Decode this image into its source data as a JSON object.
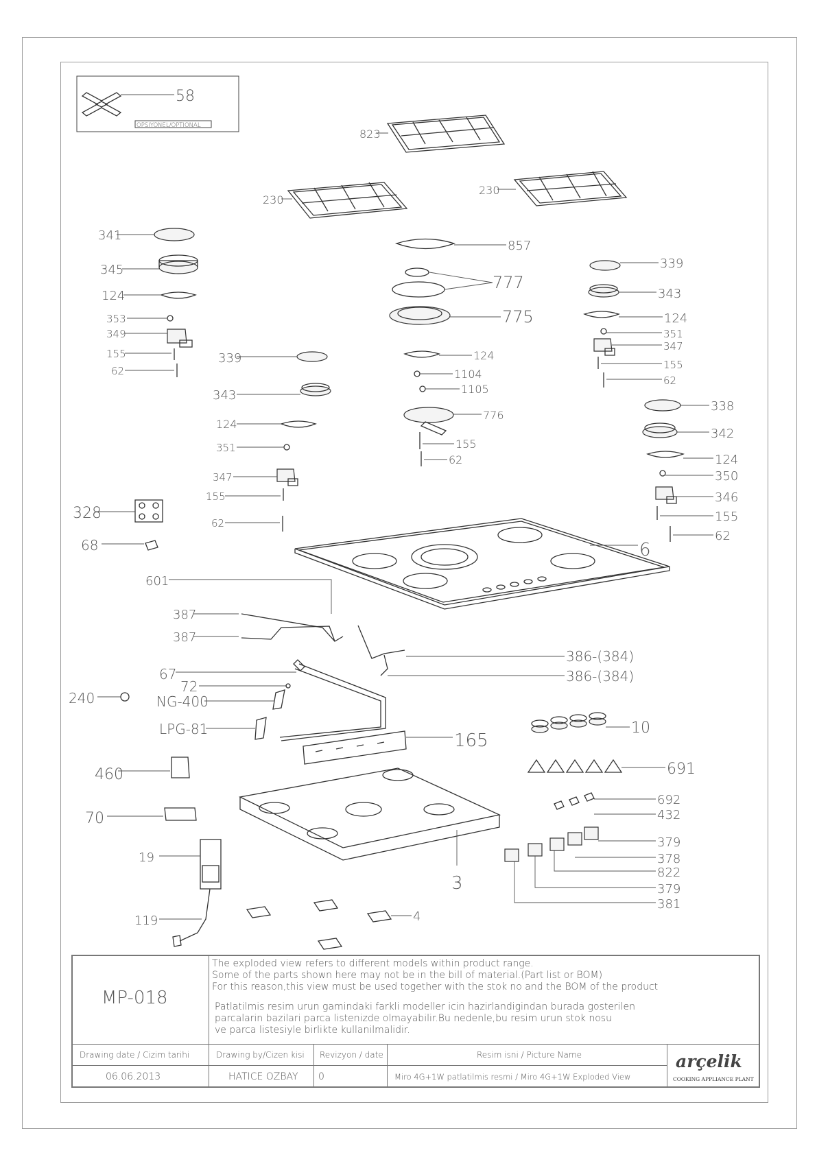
{
  "optional_box": {
    "part": "58",
    "caption": "OPSIYONEL/OPTIONAL"
  },
  "parts": {
    "p823": "823",
    "p230a": "230",
    "p230b": "230",
    "p341": "341",
    "p345": "345",
    "p124a": "124",
    "p353": "353",
    "p349": "349",
    "p155a": "155",
    "p62a": "62",
    "p857": "857",
    "p777": "777",
    "p775": "775",
    "p124b": "124",
    "p1104": "1104",
    "p1105": "1105",
    "p776": "776",
    "p155b": "155",
    "p62b": "62",
    "p339a": "339",
    "p343a": "343",
    "p124c": "124",
    "p351a": "351",
    "p347a": "347",
    "p155c": "155",
    "p62c": "62",
    "p339b": "339",
    "p343b": "343",
    "p124d": "124",
    "p351b": "351",
    "p347b": "347",
    "p155d": "155",
    "p62d": "62",
    "p338": "338",
    "p342": "342",
    "p124e": "124",
    "p350": "350",
    "p346": "346",
    "p155e": "155",
    "p62e": "62",
    "p328": "328",
    "p68": "68",
    "p6": "6",
    "p601": "601",
    "p387a": "387",
    "p387b": "387",
    "p386a": "386-(384)",
    "p386b": "386-(384)",
    "p67": "67",
    "p72": "72",
    "p240": "240",
    "pNG": "NG-400",
    "pLPG": "LPG-81",
    "p165": "165",
    "p10": "10",
    "p460": "460",
    "p691": "691",
    "p692": "692",
    "p432": "432",
    "p70": "70",
    "p379a": "379",
    "p378": "378",
    "p822": "822",
    "p379b": "379",
    "p381": "381",
    "p19": "19",
    "p3": "3",
    "p119": "119",
    "p4": "4"
  },
  "title_block": {
    "code": "MP-018",
    "note_en_1": "The exploded view refers to different models within product range.",
    "note_en_2": "Some of the parts shown here may not be in the bill of material.(Part list or BOM)",
    "note_en_3": "For this reason,this view must be used together with the stok no and the BOM of the product",
    "note_tr_1": "Patlatilmis resim urun gamindaki farkli modeller icin hazirlandigindan burada gosterilen",
    "note_tr_2": "parcalarin bazilari parca listenizde olmayabilir.Bu nedenle,bu resim urun stok nosu",
    "note_tr_3": "ve parca listesiyle birlikte kullanilmalidir.",
    "h_date": "Drawing date / Cizim tarihi",
    "h_by": "Drawing by/Cizen kisi",
    "h_rev": "Revizyon / date",
    "h_name": "Resim isni / Picture Name",
    "v_date": "06.06.2013",
    "v_by": "HATICE OZBAY",
    "v_rev": "0",
    "v_name": "Miro 4G+1W patlatilmis resmi / Miro 4G+1W Exploded View",
    "brand": "arçelik",
    "brand_sub": "COOKING APPLIANCE PLANT"
  }
}
